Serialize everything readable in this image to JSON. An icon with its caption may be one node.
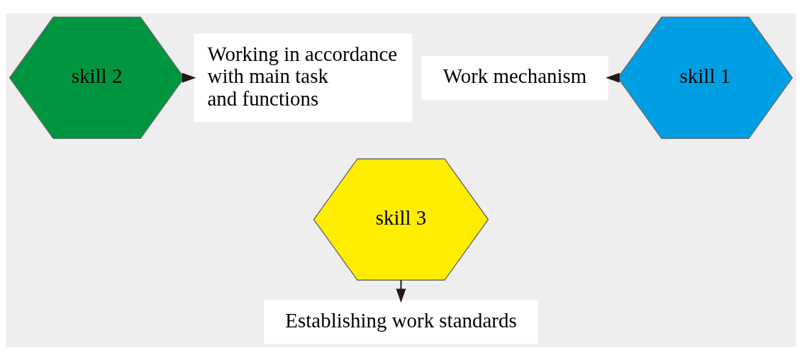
{
  "diagram": {
    "nodes": [
      {
        "text": [
          "skill 1"
        ]
      },
      {
        "text": [
          "skill 2"
        ]
      },
      {
        "text": [
          "skill 3"
        ]
      },
      {
        "text": [
          "Work mechanism"
        ]
      },
      {
        "text": [
          "Working in accordance with main task and functions"
        ]
      },
      {
        "text": [
          "Establishing work standards"
        ]
      }
    ],
    "edges": [
      {
        "from": 0,
        "to": 3,
        "arrow": "to"
      },
      {
        "from": 1,
        "to": 4,
        "arrow": "to"
      },
      {
        "from": 2,
        "to": 5,
        "arrow": "to"
      }
    ]
  }
}
